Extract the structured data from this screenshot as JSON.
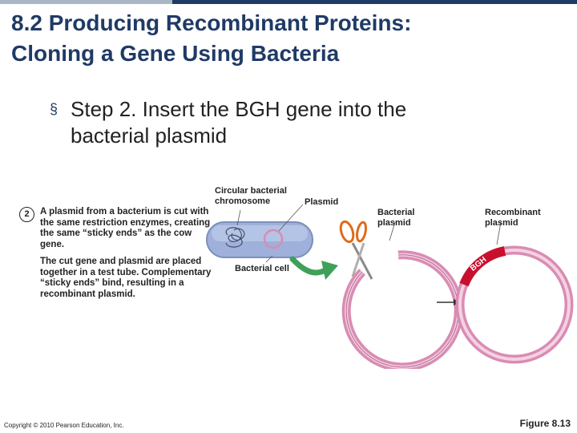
{
  "title": {
    "line1": "8.2 Producing Recombinant Proteins:",
    "line2": "Cloning a Gene Using Bacteria"
  },
  "bullet": {
    "symbol": "§",
    "line1": "Step 2. Insert the BGH gene into the",
    "line2": "bacterial plasmid"
  },
  "figure": {
    "step_number": "2",
    "caption_p1": "A plasmid from a bacterium is cut with the same restriction enzymes, creating the same “sticky ends” as the cow gene.",
    "caption_p2": "The cut gene and plasmid are placed together in a test tube. Complementary “sticky ends” bind, resulting in a recombinant plasmid.",
    "label_chromosome_1": "Circular bacterial",
    "label_chromosome_2": "chromosome",
    "label_plasmid": "Plasmid",
    "label_bacterial_cell": "Bacterial cell",
    "label_bacterial_plasmid_1": "Bacterial",
    "label_bacterial_plasmid_2": "plasmid",
    "label_recombinant_1": "Recombinant",
    "label_recombinant_2": "plasmid",
    "gene_label": "BGH"
  },
  "footer": {
    "copyright": "Copyright © 2010 Pearson Education, Inc.",
    "figure_ref": "Figure 8.13"
  },
  "colors": {
    "title": "#1f3a66",
    "plasmid_ring": "#d98cb3",
    "gene_segment": "#c8102e",
    "cell_fill": "#9fb1da",
    "arrow": "#3fa05a",
    "scissors": "#e06a1a"
  }
}
